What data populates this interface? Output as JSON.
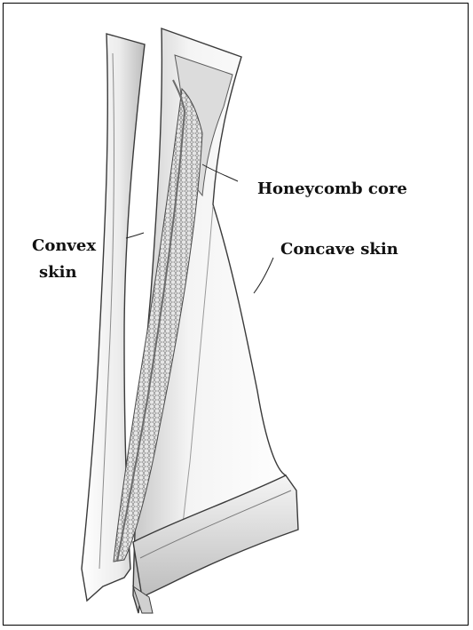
{
  "labels": {
    "honeycomb_core": "Honeycomb core",
    "concave_skin": "Concave skin",
    "convex_skin_line1": "Convex",
    "convex_skin_line2": "skin"
  },
  "colors": {
    "outline": "#3a3a3a",
    "skin_light": "#f2f2f2",
    "skin_mid": "#d9d9d9",
    "skin_dark": "#a8a8a8",
    "honeycomb": "#bdbdbd"
  }
}
